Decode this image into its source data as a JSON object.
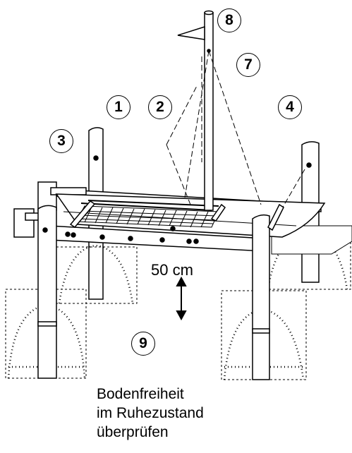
{
  "callouts": [
    {
      "id": "1",
      "label": "1"
    },
    {
      "id": "2",
      "label": "2"
    },
    {
      "id": "3",
      "label": "3"
    },
    {
      "id": "4",
      "label": "4"
    },
    {
      "id": "7",
      "label": "7"
    },
    {
      "id": "8",
      "label": "8"
    },
    {
      "id": "9",
      "label": "9"
    }
  ],
  "annotations": {
    "clearance": "50 cm",
    "note_line1": "Bodenfreiheit",
    "note_line2": "im Ruhezustand",
    "note_line3": "überprüfen"
  }
}
